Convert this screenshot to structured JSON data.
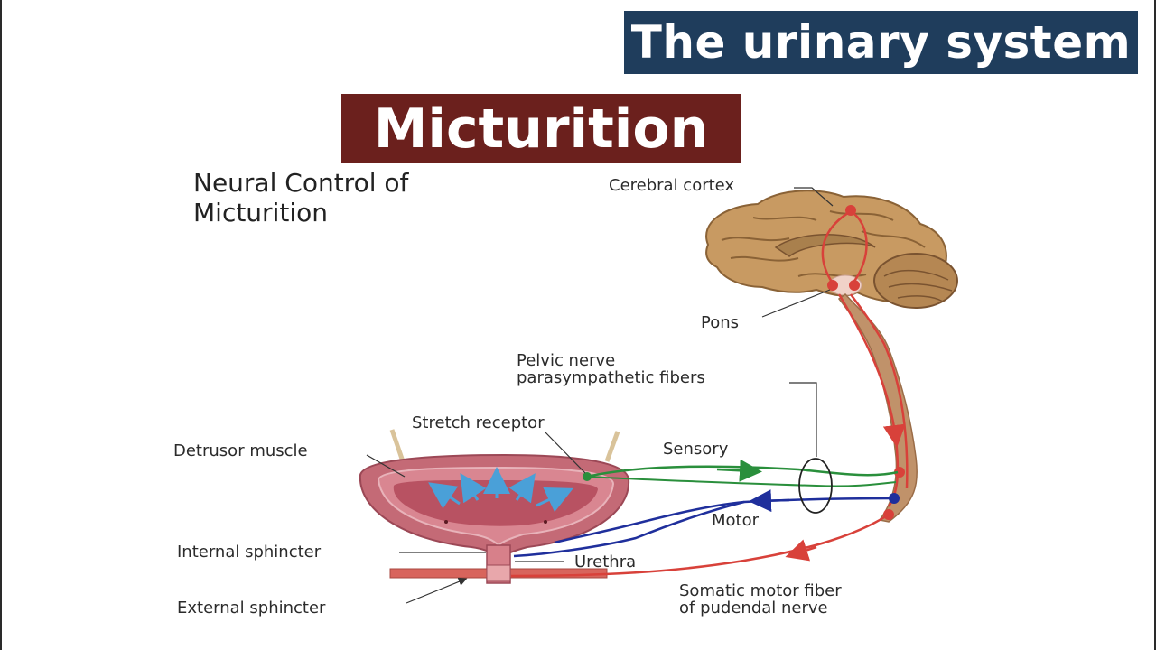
{
  "header": {
    "topic": "The urinary system",
    "title": "Micturition"
  },
  "figure": {
    "title_line1": "Neural Control of",
    "title_line2": "Micturition",
    "labels": {
      "cerebral_cortex": "Cerebral cortex",
      "pons": "Pons",
      "pelvic_nerve_line1": "Pelvic nerve",
      "pelvic_nerve_line2": "parasympathetic fibers",
      "stretch_receptor": "Stretch receptor",
      "detrusor_muscle": "Detrusor muscle",
      "sensory": "Sensory",
      "motor": "Motor",
      "internal_sphincter": "Internal sphincter",
      "urethra": "Urethra",
      "external_sphincter": "External  sphincter",
      "somatic_line1": "Somatic motor fiber",
      "somatic_line2": "of pudendal nerve"
    }
  },
  "colors": {
    "topic_banner": "#1f3d5c",
    "title_banner": "#6b201d",
    "sensory_path": "#2a8f3c",
    "motor_path": "#1f2f9c",
    "somatic_path": "#d8413a",
    "brain": "#c49a63",
    "bladder": "#c46a76"
  }
}
